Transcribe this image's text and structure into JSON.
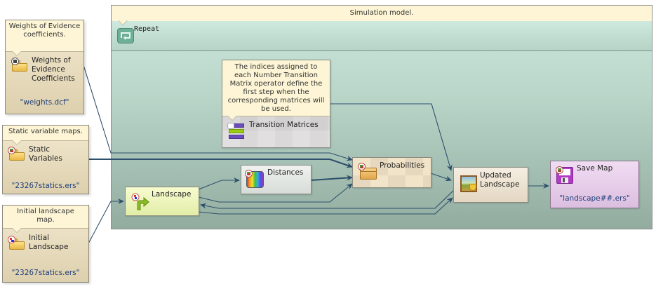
{
  "simulation_model": {
    "note": "Simulation model.",
    "repeat": {
      "label": "Repeat",
      "icon": "repeat-icon"
    }
  },
  "inputs": [
    {
      "id": "weights",
      "note": "Weights of Evidence coefficients.",
      "title_lines": [
        "Weights of",
        "Evidence",
        "Coefficients"
      ],
      "file": "\"weights.dcf\"",
      "icon": "load-weights-icon"
    },
    {
      "id": "static",
      "note": "Static variable maps.",
      "title_lines": [
        "Static",
        "Variables"
      ],
      "file": "\"23267statics.ers\"",
      "icon": "load-map-icon"
    },
    {
      "id": "initial",
      "note": "Initial landscape map.",
      "title_lines": [
        "Initial",
        "Landscape"
      ],
      "file": "\"23267statics.ers\"",
      "icon": "load-categorical-map-icon"
    }
  ],
  "nodes": {
    "transition": {
      "note": "The indices assigned to each Number Transition Matrix operator define the first step when the corresponding matrices will be used.",
      "label": "Transition Matrices",
      "icon": "transition-matrices-icon"
    },
    "landscape": {
      "label": "Landscape",
      "icon": "mux-categorical-map-icon"
    },
    "distances": {
      "label": "Distances",
      "icon": "distance-map-icon"
    },
    "probabilities": {
      "label": "Probabilities",
      "icon": "probability-map-icon"
    },
    "updated": {
      "label_lines": [
        "Updated",
        "Landscape"
      ],
      "icon": "landscape-patcher-icon"
    },
    "save": {
      "label": "Save Map",
      "file": "\"landscape##.ers\"",
      "icon": "save-map-icon"
    }
  }
}
